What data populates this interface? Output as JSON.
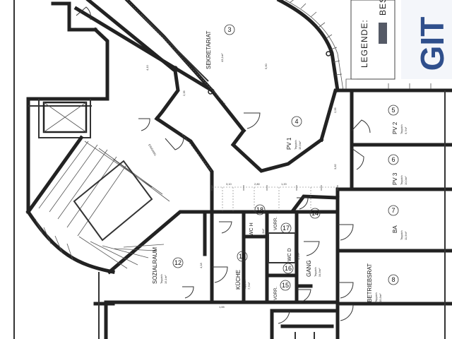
{
  "legend": {
    "title": "LEGENDE:",
    "swatch_label": "BES",
    "swatch_color": "#555a66",
    "logo_text": "GIT"
  },
  "rooms": [
    {
      "id": "sekretariat",
      "number": "3",
      "name": "SEKRETARIAT",
      "area": "43,1m²"
    },
    {
      "id": "pv1",
      "number": "4",
      "name": "PV 1",
      "area": "15,5m²"
    },
    {
      "id": "pv2",
      "number": "5",
      "name": "PV 2",
      "area": "9,7m²"
    },
    {
      "id": "pv3",
      "number": "6",
      "name": "PV 3",
      "area": "10,0m²"
    },
    {
      "id": "ba",
      "number": "7",
      "name": "BA",
      "area": "11,5m²"
    },
    {
      "id": "betriebsrat",
      "number": "8",
      "name": "BETRIEBSRAT",
      "area": "15,6m²"
    },
    {
      "id": "sozialraum",
      "number": "12",
      "name": "SOZIALRAUM",
      "area": "15,1m²"
    },
    {
      "id": "kueche",
      "number": "13",
      "name": "KÜCHE",
      "area": "7,7m²"
    },
    {
      "id": "gang",
      "number": "14",
      "name": "GANG",
      "area": "34,9m²"
    },
    {
      "id": "vorr_a",
      "number": "15",
      "name": "VORR.",
      "area": ""
    },
    {
      "id": "wc_d",
      "number": "16",
      "name": "WC D",
      "area": "1,5m²"
    },
    {
      "id": "vorr_b",
      "number": "17",
      "name": "VORR.",
      "area": ""
    },
    {
      "id": "wc_h",
      "number": "18",
      "name": "WC H",
      "area": "1,5m²"
    }
  ],
  "floor_label": "Teppich",
  "stair_label": "EINGANG",
  "dimensions": [
    "4,10",
    "2,35",
    "5,60",
    "3,10",
    "2,80",
    "1,20",
    "4,18",
    "2,95",
    "3,82",
    "1,65"
  ]
}
